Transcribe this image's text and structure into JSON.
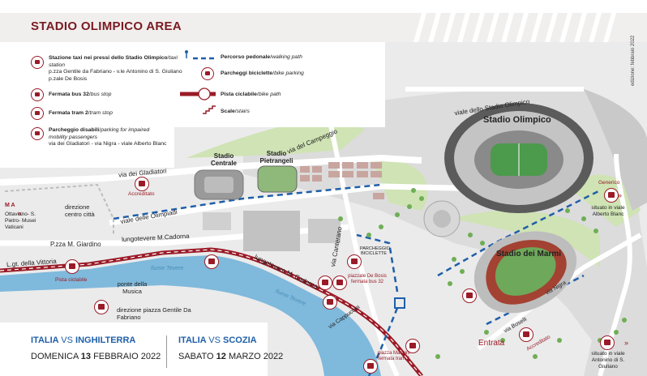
{
  "header": {
    "title": "STADIO OLIMPICO AREA"
  },
  "edition": "edizione: febbraio 2022",
  "legend": {
    "taxi": {
      "it": "Stazione taxi nei pressi dello Stadio Olimpico",
      "en": "taxi station",
      "line2": "p.zza Gentile da Fabriano - v.le Antonino di S. Giuliano",
      "line3": "p.zale De Bosis"
    },
    "bus": {
      "it": "Fermata bus 32",
      "en": "bus stop"
    },
    "tram": {
      "it": "Fermata tram 2",
      "en": "tram stop"
    },
    "disabled": {
      "it": "Parcheggio disabili",
      "en": "parking for impaired",
      "line2": "mobility passengers",
      "line3": "via dei Gladiatori - via Nigra - viale Alberto Blanc"
    },
    "walk": {
      "it": "Percorso pedonale",
      "en": "walking path"
    },
    "bike_parking": {
      "it": "Parcheggi biciclette",
      "en": "bike parking"
    },
    "bike_path": {
      "it": "Pista ciclabile",
      "en": "bike path"
    },
    "stairs": {
      "it": "Scale",
      "en": "stairs"
    }
  },
  "map": {
    "stadio_olimpico": "Stadio Olimpico",
    "stadio_marmi": "Stadio dei Marmi",
    "stadio_centrale": "Stadio Centrale",
    "stadio_pietrangeli": "Stadio Pietrangeli",
    "roads": {
      "viale_stadio": "viale dello Stadio Olimpico",
      "campeggio": "via del Campeggio",
      "gladiatori": "via dei Gladiatori",
      "olimpiadi": "viale delle Olimpiadi",
      "lungotevere_cadorna1": "lungotevere M.Cadorna",
      "lungotevere_cadorna2": "lungotevere M. Cadorna",
      "giardino": "P.zza M. Giardino",
      "vittoria": "L.gt. della Vittoria",
      "canterano": "via Canterano",
      "cappuccini": "via Cappuccini",
      "nigra": "via Nigra",
      "boselli": "via Boselli"
    },
    "fiume1": "fiume Tevere",
    "fiume2": "fiume Tevere",
    "ponte_musica": "ponte della Musica",
    "direzione_centro": "direzione centro città",
    "direzione_gentile": "direzione piazza Gentile Da Fabriano",
    "ma_label": "M A",
    "ottaviano": "Ottaviano- S. Pietro- Musei Vaticani",
    "accreditato1": "Accreditato",
    "accreditato2": "Accreditato",
    "generico": "Generico",
    "situato_blanc": "situato in viale Alberto Blanc",
    "situato_giuliano": "situato in viale Antonino di S. Giuliano",
    "parcheggio_bici": "PARCHEGGIO BICICLETTE",
    "piazzale_bosis": "piazzale De Bosis fermata bus 32",
    "piazza_mancini": "piazza Mancini fermata tram 2",
    "pista_ciclabile": "Pista ciclabile",
    "entrata": "Entrata"
  },
  "matches": [
    {
      "team1": "ITALIA",
      "vs": "VS",
      "team2": "INGHILTERRA",
      "day": "DOMENICA",
      "num": "13",
      "month": "FEBBRAIO 2022"
    },
    {
      "team1": "ITALIA",
      "vs": "VS",
      "team2": "SCOZIA",
      "day": "SABATO",
      "num": "12",
      "month": "MARZO 2022"
    }
  ],
  "colors": {
    "accent": "#9a1b27",
    "walk": "#1e5fa8",
    "river": "#5aa3cf",
    "green": "#b9d89c"
  }
}
